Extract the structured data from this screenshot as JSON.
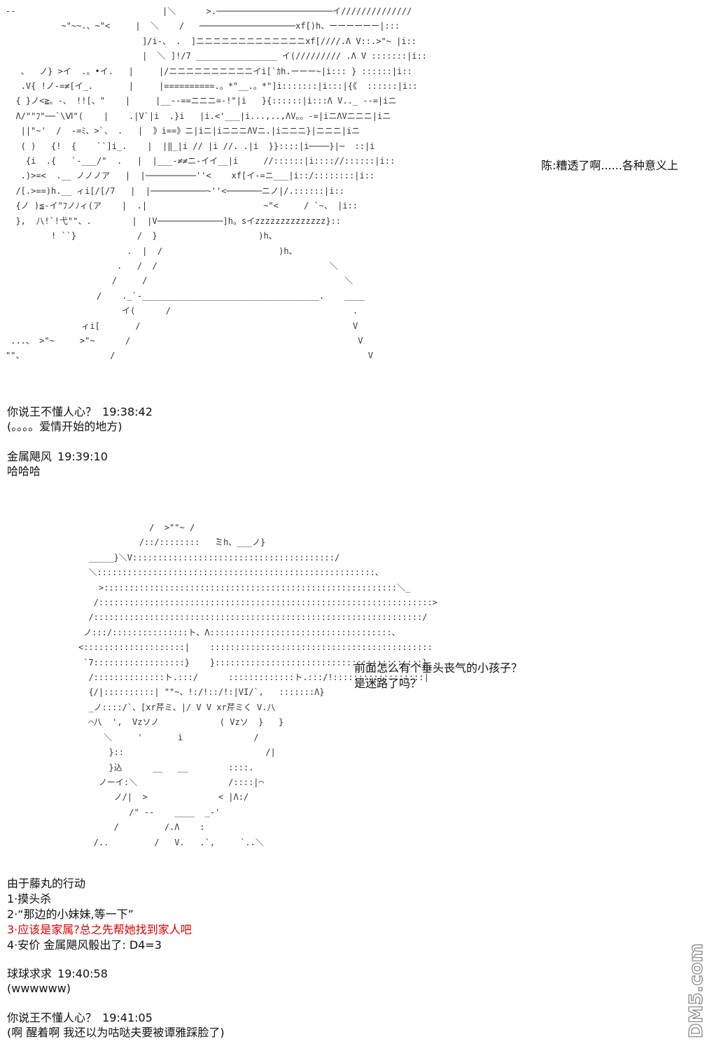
{
  "art_room": [
    "--                             |＼      >.───────────────────────イ//////////////",
    "           ~\"~~.、~\"<     |  ＼    /   ───────────────────xf[)h、ーーーーーー|:::",
    "                           ]/i-、 .  ]ニニニニニニニニニニニニニxf[////.Λ V::.>\"~ |i::",
    "                           |  ＼ ]!/7 ________________ イ(///////// .Λ V :::::::|i::",
    "   、  ノ} >イ  .。•イ.   |     |/ニニニニニニニニニニイi[`ｶh.ーーー~|i::: } ::::::|i::",
    "   .V{ !ノ-=≠[イ_.       |     |==========.。*\"__.。*\"]i:::::::|i:::|{《  ::::::|i::",
    "  { }ノ<≧。-、 !![、\"    |     |__--==ニニニ=-!\"|i   }{::::::|i:::Λ V.._ --=|iニ",
    "  Λ/\"\"ﾌ\"──`\\Ⅵ\"(    |    .|V`|i  .}i   |i.<'___|i...,..,ΛV。。-=|iニΛVニニニ|iニ",
    "   ||\"~'  /  -=ﾐ、>`、 .   |  》i==》ニ|iニ|iニニニΛVニ.|iニニニ}|ニニニ|iニ",
    "   ( )   {!  {    ``]i_.    |  |‖_|i // |i //. .|i  }}::::|i────}|─  ::|i",
    "    {i  .{   `-___/\"  .   |  |___-≠≠ニ-イイ__|i     //::::::|i:::://::::::|i::  ",
    "   .)>=<  .__ ノノノア   |  |──────────''<    xf[イ-=ニ___|i::/::::::::|i::",
    "  /[.>==)h.__ ィi[/[/7   |  |───────────~''<───────ニノ|/.::::::|i::",
    "  {ノ )≦-イ\"ﾌノﾉィ(ア    |  .|                       ~\"<     / `~、 |i::",
    "  },  八!`!弋\"\"、.        |  |V─────────────]h。sイzzzzzzzzzzzzzz}:: ",
    "         ! ``}            /  }                    )h、          ",
    "                        .  |  /                       )h、",
    "                      .   /  /                                  ＼",
    "                     /     /                                       ＼  ",
    "                  /    ._`-___________________________________.    ____",
    "                       イ(      /                                    .  ",
    "               ィi[       /                                          V",
    " ...、 >\"~     >\"~      /                                             V",
    "\"\"、                 /                                                  V"
  ],
  "art_room_caption": "陈:糟透了啊......各种意义上",
  "posts_1": [
    {
      "author": "你说王不懂人心？",
      "time": "19:38:42",
      "body": "(。。。。爱情开始的地方)"
    },
    {
      "author": "金属飓风",
      "time": "19:39:10",
      "body": "哈哈哈"
    }
  ],
  "art_face": [
    "              /  >\"\"~ /",
    "            /::/::::::::   ̄ミh、___ノ}",
    "  _____}＼V::::::::::::::::::::::::::::::::::::::::/",
    "  ＼:::::::::::::::::::::::::::::::::::::::::::::::::::::::、",
    "    >::::::::::::::::::::::::::::::::::::::::::::::::::::::::::＼_",
    "   /::::::::::::::::::::::::::::::::::::::::::::::::::::::::::::::::::>",
    "  /:::::::::::::::::::::::::::::::::::::::::::::::::::::::::::::::::/",
    " ノ:::/:::::::::::::::ト、Λ::::::::::::::::::::::::::::::::::::、",
    "<::::::::::::::::::::|    ::::::::::::::::::::::::::::::::::::::::::::",
    " `7::::::::::::::::::}    }:::::::::::::::::::::::::::::::::::::::::}",
    "  /::::::::::::::ト.:::/      :::::::::::::ト.:::/!::::::::::::::::::|",
    "  {/|::::::::::| \"\"~、!:/!::/!:|VI/`,   :::::::Λ}",
    "  _ノ::::/`、[xr芹ミ、|/ V V xr芹ミく V.八",
    "  ⌒八  ',  Vzソノ            ( Vzソ  }   }",
    "     ＼     '       i              /",
    "      }::                            /|",
    "      }込      __   __        ::::.",
    "    ノーイ:＼                  /::::|⌒",
    "       ノ/|  >              < |Λ:/",
    "          /\" --    ____  _-'",
    "       /         /.Λ    :",
    "   /..         /   V.   .`,     `..＼"
  ],
  "art_face_caption": "前面怎么有个垂头丧气的小孩子？\n是迷路了吗？",
  "choice_block": {
    "intro": "由于藤丸的行动",
    "options": [
      "1·摸头杀",
      "2·“那边的小妹妹,等一下”",
      "3·应该是家属?总之先帮她找到家人吧",
      "4·安价 金属飓风骰出了: D4=3"
    ]
  },
  "posts_2": [
    {
      "author": "球球求求",
      "time": "19:40:58",
      "body": "(wwwwww)"
    },
    {
      "author": "你说王不懂人心？",
      "time": "19:41:05",
      "body": "(啊 醒着啊 我还以为咕哒夫要被谭雅踩脸了)"
    }
  ],
  "watermark": {
    "text": "DM5.com"
  },
  "colors": {
    "highlight": "#e00000",
    "text": "#111111",
    "background": "#ffffff"
  }
}
